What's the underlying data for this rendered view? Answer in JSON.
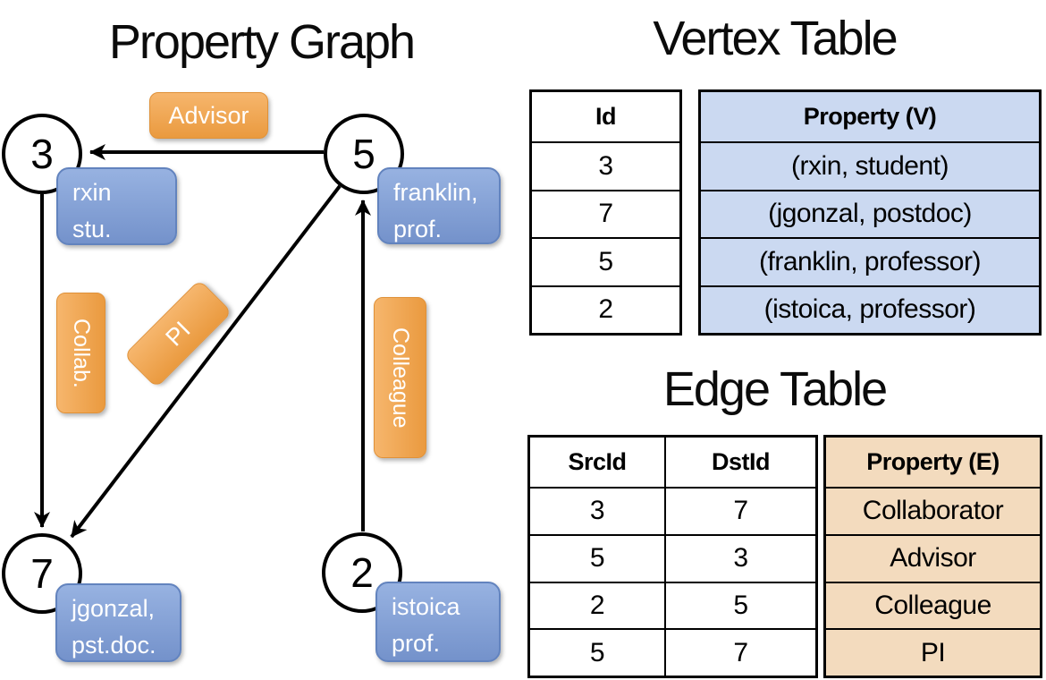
{
  "titles": {
    "property_graph": "Property Graph",
    "vertex_table": "Vertex Table",
    "edge_table": "Edge Table"
  },
  "graph": {
    "nodes": [
      {
        "id": "3",
        "label_line1": "rxin",
        "label_line2": "stu."
      },
      {
        "id": "5",
        "label_line1": "franklin,",
        "label_line2": "prof."
      },
      {
        "id": "7",
        "label_line1": "jgonzal,",
        "label_line2": "pst.doc."
      },
      {
        "id": "2",
        "label_line1": "istoica",
        "label_line2": "prof."
      }
    ],
    "edge_labels": {
      "advisor": "Advisor",
      "collab": "Collab.",
      "pi": "PI",
      "colleague": "Colleague"
    }
  },
  "vertex_table": {
    "headers": {
      "id": "Id",
      "property": "Property (V)"
    },
    "rows": [
      {
        "id": "3",
        "property": "(rxin, student)"
      },
      {
        "id": "7",
        "property": "(jgonzal, postdoc)"
      },
      {
        "id": "5",
        "property": "(franklin, professor)"
      },
      {
        "id": "2",
        "property": "(istoica, professor)"
      }
    ]
  },
  "edge_table": {
    "headers": {
      "src": "SrcId",
      "dst": "DstId",
      "property": "Property (E)"
    },
    "rows": [
      {
        "src": "3",
        "dst": "7",
        "property": "Collaborator"
      },
      {
        "src": "5",
        "dst": "3",
        "property": "Advisor"
      },
      {
        "src": "2",
        "dst": "5",
        "property": "Colleague"
      },
      {
        "src": "5",
        "dst": "7",
        "property": "PI"
      }
    ]
  },
  "colors": {
    "edge_label_orange": "#F0A652",
    "vertex_label_blue": "#84A1D6",
    "vertex_property_fill": "#CBD9F1",
    "edge_property_fill": "#F3DBBE",
    "line_black": "#000000"
  }
}
